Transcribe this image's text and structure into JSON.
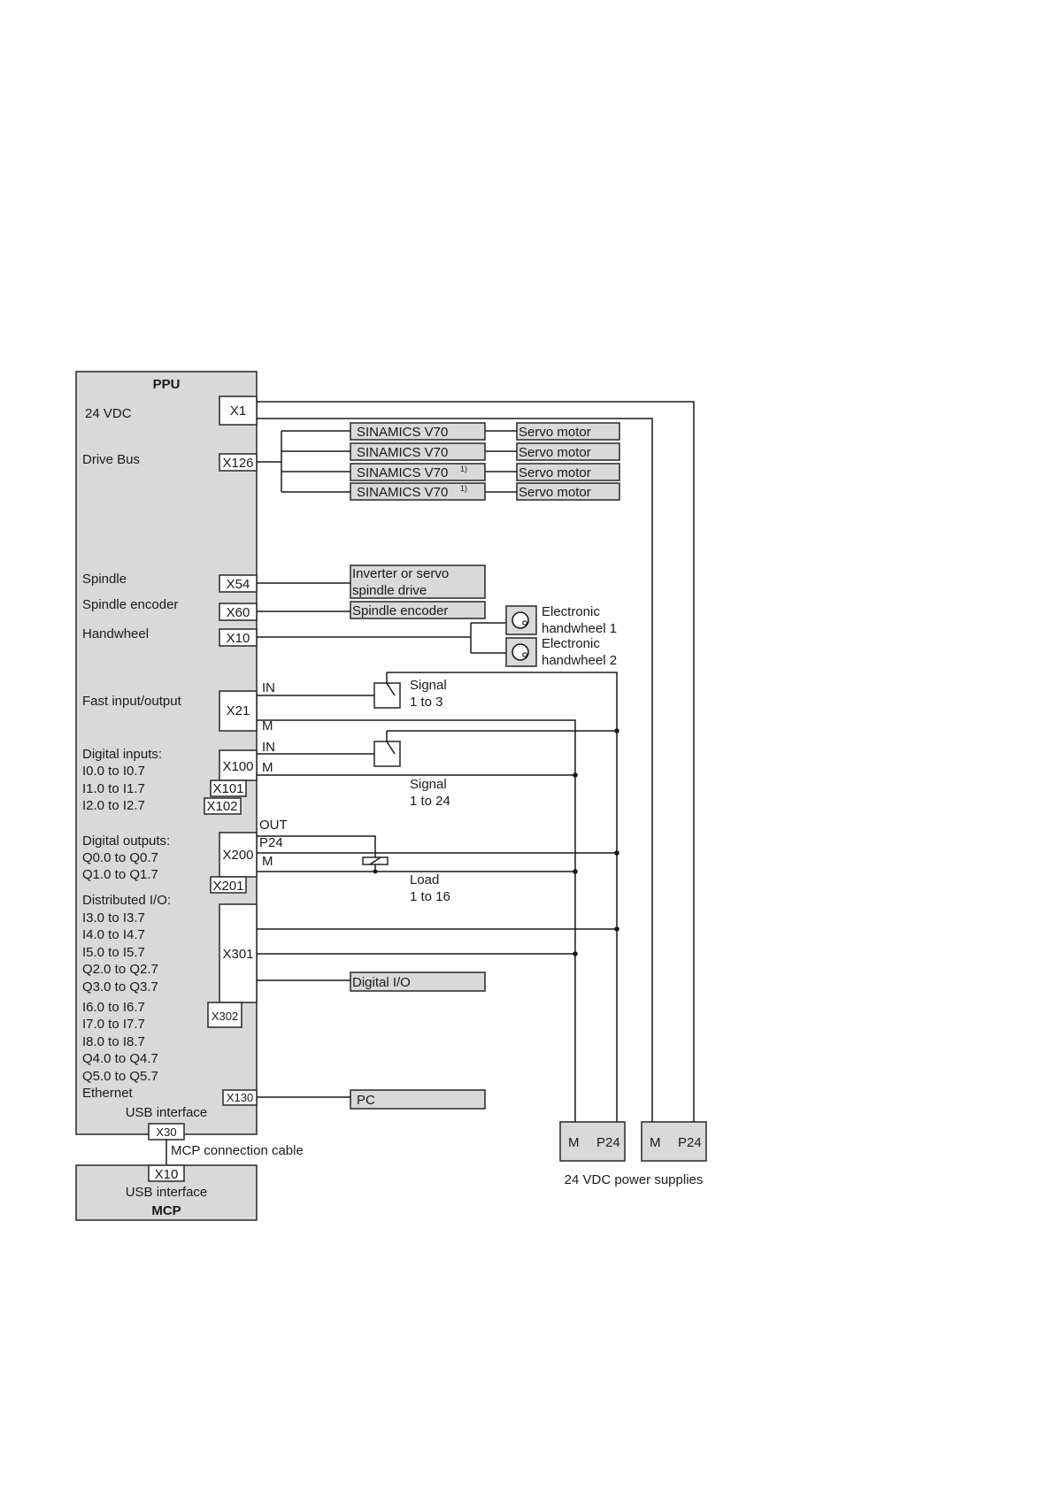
{
  "ppu": {
    "title": "PPU",
    "labels": {
      "vdc": "24 VDC",
      "drive_bus": "Drive Bus",
      "spindle": "Spindle",
      "spindle_encoder": "Spindle encoder",
      "handwheel": "Handwheel",
      "fast_io": "Fast input/output",
      "digital_inputs": [
        "Digital inputs:",
        "I0.0 to I0.7",
        "I1.0 to I1.7",
        "I2.0 to I2.7"
      ],
      "digital_outputs": [
        "Digital outputs:",
        "Q0.0 to Q0.7",
        "Q1.0 to Q1.7"
      ],
      "distributed_io": [
        "Distributed I/O:",
        "I3.0 to I3.7",
        "I4.0 to I4.7",
        "I5.0 to I5.7",
        "Q2.0 to Q2.7",
        "Q3.0 to Q3.7",
        "I6.0 to I6.7",
        "I7.0 to I7.7",
        "I8.0 to I8.7",
        "Q4.0 to Q4.7",
        "Q5.0 to Q5.7"
      ],
      "ethernet": "Ethernet",
      "usb_interface": "USB interface"
    },
    "connectors": {
      "x1": "X1",
      "x126": "X126",
      "x54": "X54",
      "x60": "X60",
      "x10": "X10",
      "x21": "X21",
      "x100": "X100",
      "x101": "X101",
      "x102": "X102",
      "x200": "X200",
      "x201": "X201",
      "x301": "X301",
      "x302": "X302",
      "x130": "X130",
      "x30": "X30"
    },
    "pins": {
      "in": "IN",
      "m": "M",
      "out": "OUT",
      "p24": "P24"
    }
  },
  "drives": [
    {
      "drive": "SINAMICS V70",
      "footnote": "",
      "motor": "Servo motor"
    },
    {
      "drive": "SINAMICS V70",
      "footnote": "",
      "motor": "Servo motor"
    },
    {
      "drive": "SINAMICS V70",
      "footnote": "1)",
      "motor": "Servo motor"
    },
    {
      "drive": "SINAMICS V70",
      "footnote": "1)",
      "motor": "Servo motor"
    }
  ],
  "spindle_drive": [
    "Inverter or servo",
    "spindle drive"
  ],
  "spindle_encoder_box": "Spindle encoder",
  "handwheels": [
    [
      "Electronic",
      "handwheel 1"
    ],
    [
      "Electronic",
      "handwheel 2"
    ]
  ],
  "signal_fast": [
    "Signal",
    "1 to 3"
  ],
  "signal_digital": [
    "Signal",
    "1 to 24"
  ],
  "load": [
    "Load",
    "1 to 16"
  ],
  "digital_io_box": "Digital I/O",
  "pc_box": "PC",
  "mcp_cable": "MCP connection cable",
  "mcp": {
    "connector": "X10",
    "usb_interface": "USB interface",
    "title": "MCP"
  },
  "power_supplies": {
    "units": [
      {
        "m": "M",
        "p24": "P24"
      },
      {
        "m": "M",
        "p24": "P24"
      }
    ],
    "caption": "24 VDC power supplies"
  }
}
